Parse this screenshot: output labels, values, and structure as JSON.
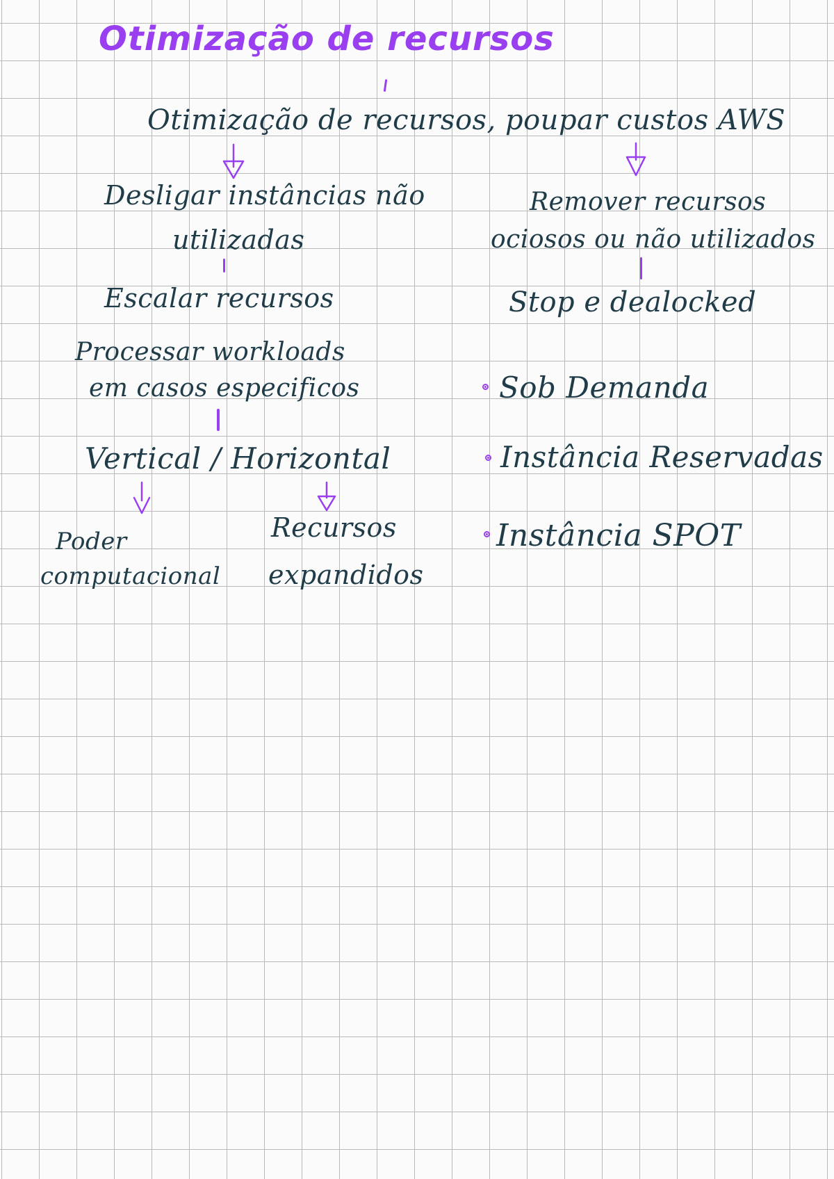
{
  "title": "Otimização de recursos",
  "subtitle": "Otimização de recursos, poupar custos AWS",
  "left": {
    "branch_1": "Desligar instâncias não utilizadas",
    "branch_1_line1": "Desligar instâncias não",
    "branch_1_line2": "utilizadas",
    "scale": "Escalar recursos",
    "process_line1": "Processar workloads",
    "process_line2": "em casos especificos",
    "types": "Vertical / Horizontal",
    "vertical_line1": "Poder",
    "vertical_line2": "computacional",
    "horizontal_line1": "Recursos",
    "horizontal_line2": "expandidos"
  },
  "right": {
    "branch_line1": "Remover recursos",
    "branch_line2": "ociosos ou não utilizados",
    "stop": "Stop e dealocked",
    "bullets": [
      "Sob Demanda",
      "Instância Reservadas",
      "Instância SPOT"
    ]
  },
  "colors": {
    "accent": "#9a3ff0",
    "ink": "#1f3c48",
    "grid": "#b9b9b9",
    "paper": "#fbfbfb"
  }
}
